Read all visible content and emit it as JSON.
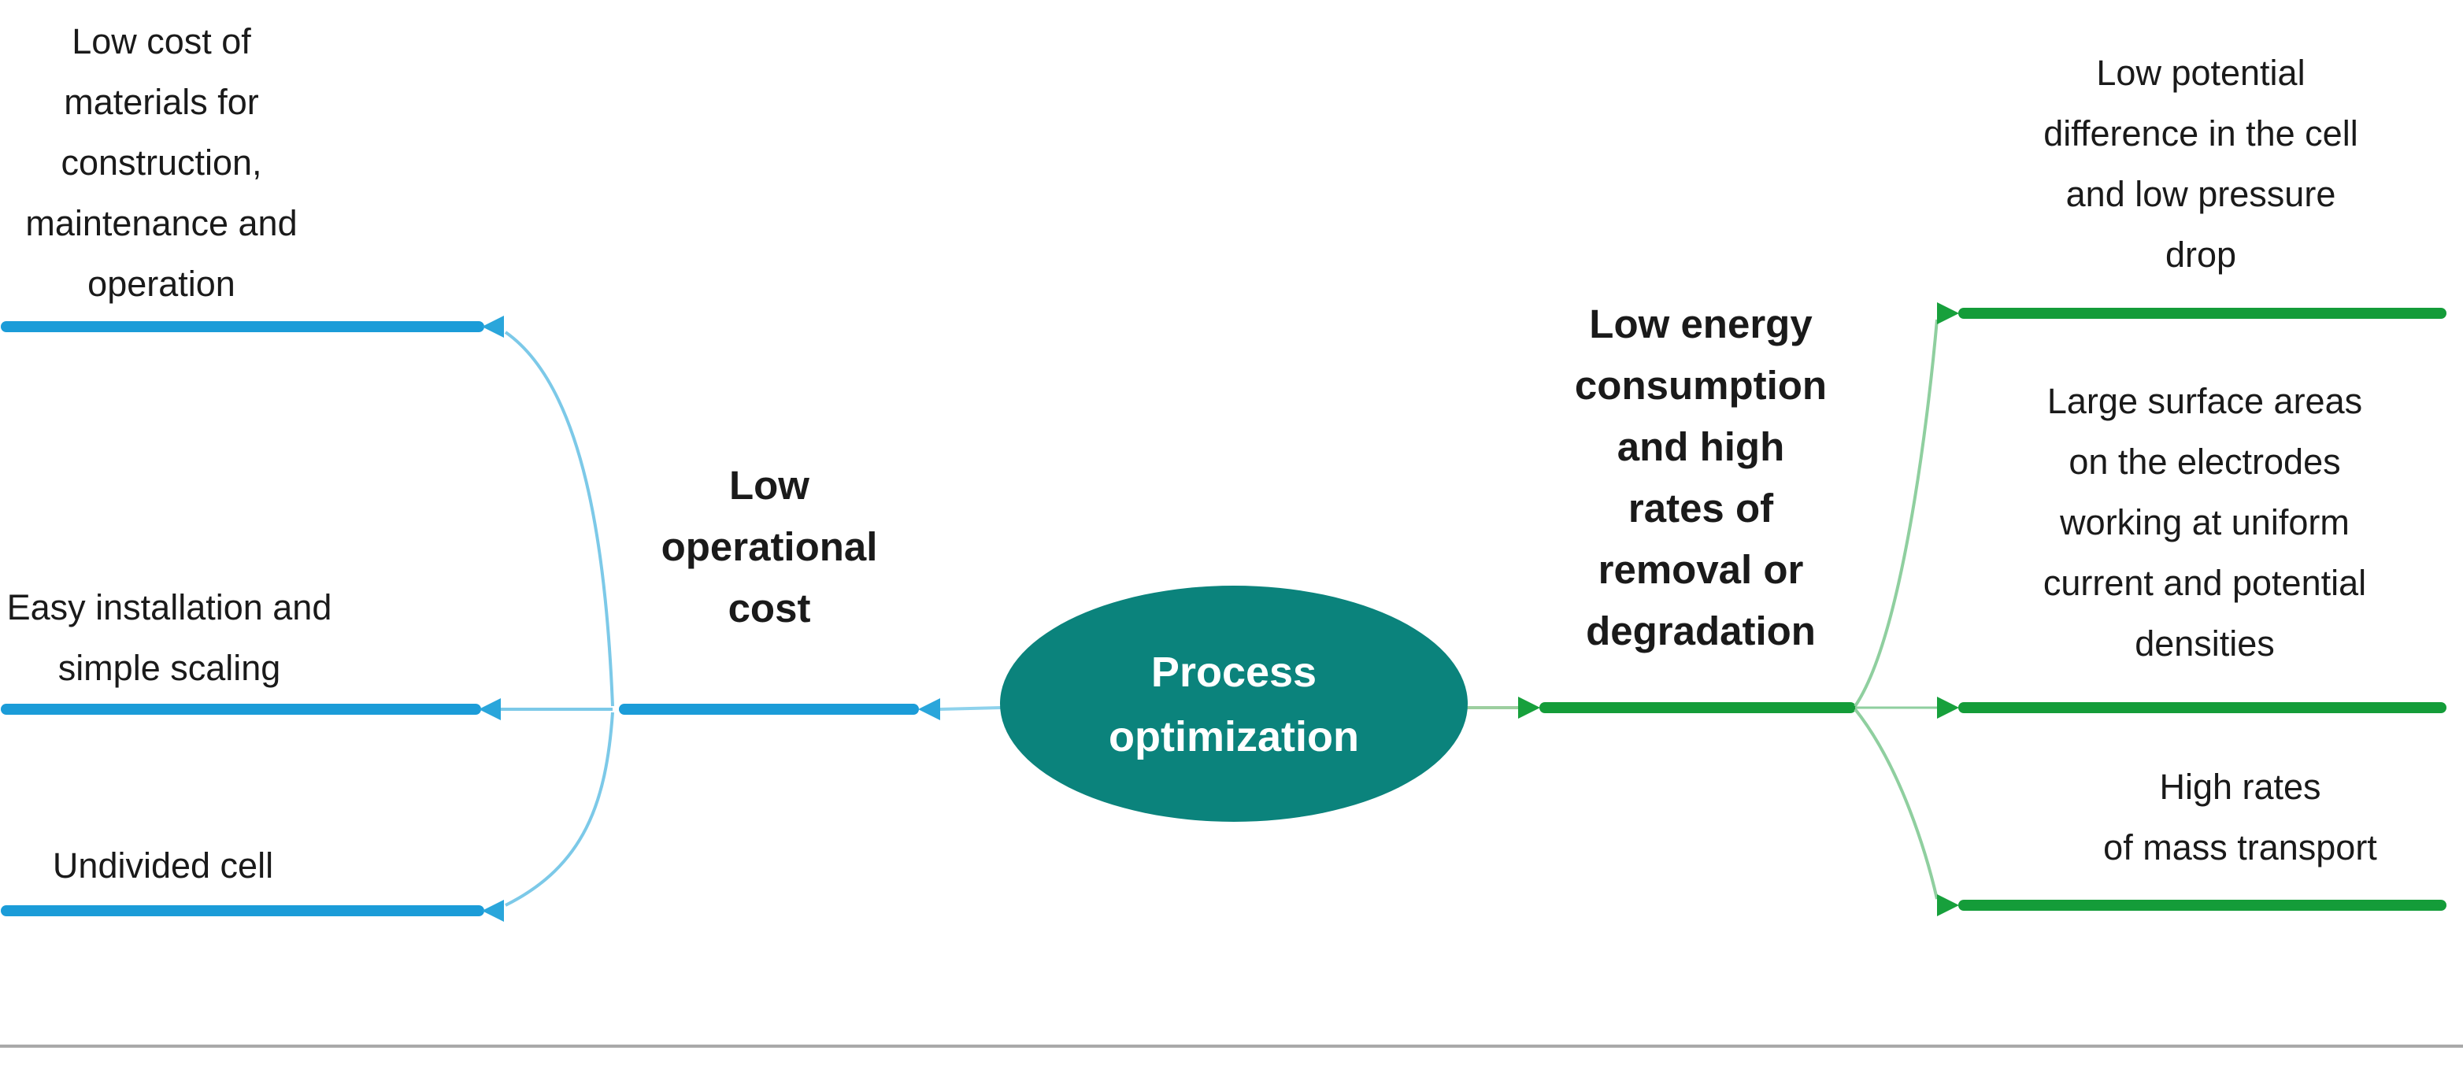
{
  "title": "Process optimization mind map",
  "colors": {
    "thick_blue": "#1b9cd8",
    "thin_blue": "#7cc9e8",
    "arrow_blue": "#2aa6db",
    "connector_blue": "#8ed2ec",
    "thick_green": "#149c39",
    "thin_green": "#8fcf9f",
    "arrow_green": "#17a03c",
    "connector_green": "#9ccf9f",
    "ellipse_fill": "#0b837c",
    "text": "#1a1a1a",
    "separator": "#a9a9a9",
    "background": "#ffffff"
  },
  "center": {
    "label": "Process\noptimization"
  },
  "left_branch": {
    "label": "Low\noperational\ncost",
    "children": [
      {
        "label": "Low cost of\nmaterials for\nconstruction,\nmaintenance and\noperation"
      },
      {
        "label": "Easy installation and\nsimple scaling"
      },
      {
        "label": "Undivided cell"
      }
    ]
  },
  "right_branch": {
    "label": "Low energy\nconsumption\nand high\nrates of\nremoval or\ndegradation",
    "children": [
      {
        "label": "Low potential\ndifference in the cell\nand low pressure\ndrop"
      },
      {
        "label": "Large surface areas\non the electrodes\nworking at uniform\ncurrent and potential\ndensities"
      },
      {
        "label": "High rates\nof mass transport"
      }
    ]
  }
}
